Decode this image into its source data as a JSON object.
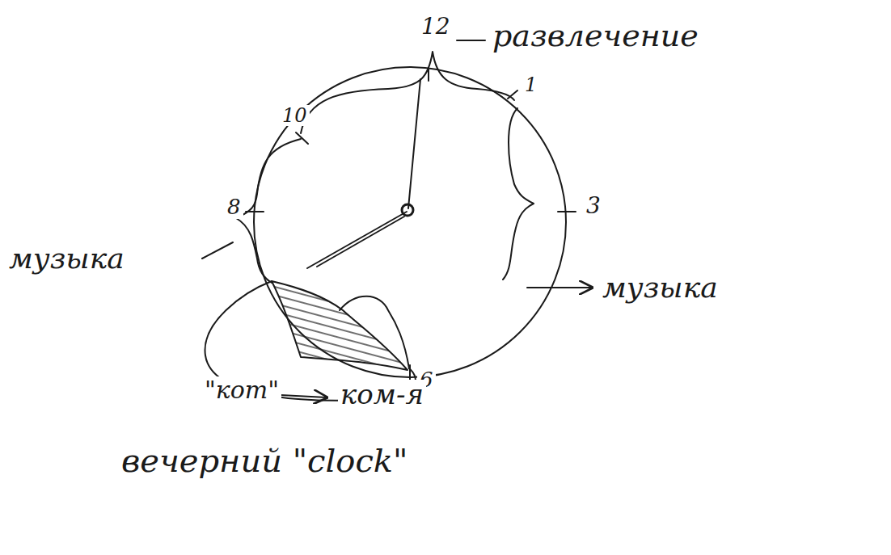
{
  "diagram": {
    "caption": "вечерний \"clock\"",
    "labels": [
      "12",
      "развлечение",
      "1",
      "10",
      "8",
      "3",
      "6",
      "музыка",
      "музыка",
      "\"кот\"",
      "ком-я"
    ]
  }
}
